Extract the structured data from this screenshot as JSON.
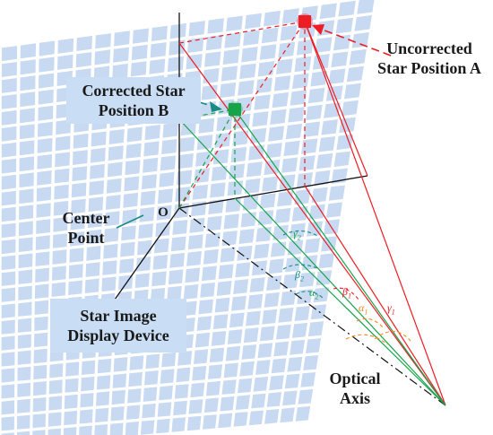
{
  "labels": {
    "uncorrected": [
      "Uncorrected",
      "Star Position A"
    ],
    "corrected": [
      "Corrected Star",
      "Position B"
    ],
    "center": [
      "Center",
      "Point"
    ],
    "origin": "O",
    "device": [
      "Star Image",
      "Display Device"
    ],
    "optical": [
      "Optical",
      "Axis"
    ]
  },
  "angles": {
    "gamma2": "γ",
    "gamma2_sub": "2",
    "beta2": "β",
    "beta2_sub": "2",
    "alpha2": "α",
    "alpha2_sub": "2",
    "beta1": "β",
    "beta1_sub": "1",
    "alpha1": "α",
    "alpha1_sub": "1",
    "gamma1": "γ",
    "gamma1_sub": "1"
  },
  "colors": {
    "red": "#ee1c24",
    "green": "#16a34a",
    "teal": "#1a8a86",
    "orange": "#f08a1c",
    "blue_grid": "#c8daf2",
    "label_bg": "#c9ddf4"
  }
}
